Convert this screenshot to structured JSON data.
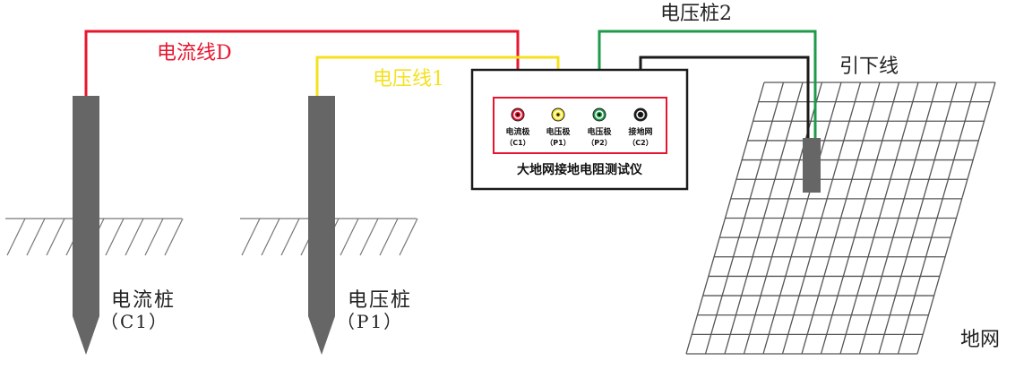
{
  "wires": {
    "current": {
      "label": "电流线D",
      "color": "#e8152f"
    },
    "voltage1": {
      "label": "电压线1",
      "color": "#f5e11e"
    },
    "voltage2": {
      "label": "电压桩2",
      "color": "#1f9a4a"
    },
    "down_lead": {
      "label": "引下线",
      "color": "#1a1a1a"
    }
  },
  "stakes": {
    "current": {
      "name": "电流桩",
      "code": "（C1）"
    },
    "voltage": {
      "name": "电压桩",
      "code": "（P1）"
    }
  },
  "instrument": {
    "title": "大地网接地电阻测试仪",
    "terminals": [
      {
        "name": "电流极",
        "code": "（C1）",
        "color": "#e8152f"
      },
      {
        "name": "电压极",
        "code": "（P1）",
        "color": "#f5e11e"
      },
      {
        "name": "电压极",
        "code": "（P2）",
        "color": "#1f9a4a"
      },
      {
        "name": "接地网",
        "code": "（C2）",
        "color": "#1a1a1a"
      }
    ]
  },
  "ground_grid": {
    "label": "地网"
  },
  "colors": {
    "stake": "#666666",
    "panel_border": "#e8152f",
    "ground_hatch": "#777777"
  }
}
